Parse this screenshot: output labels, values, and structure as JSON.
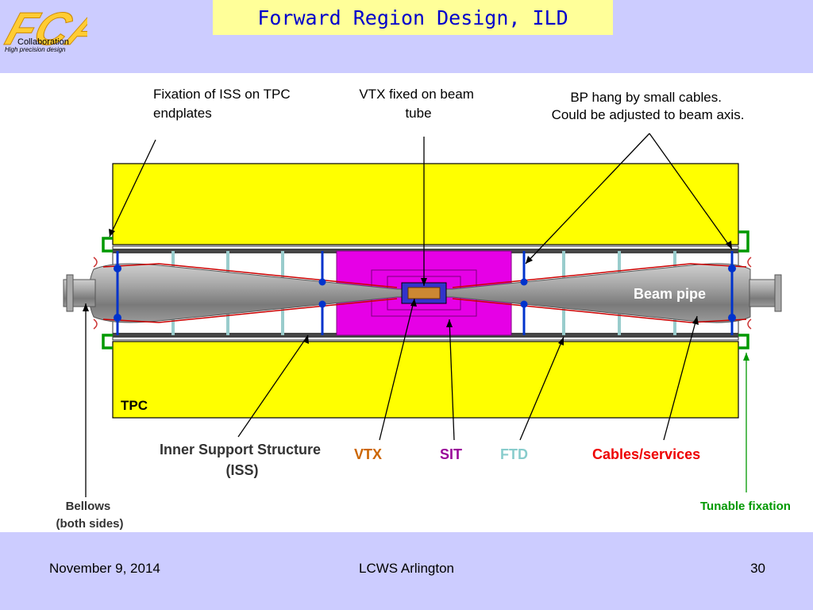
{
  "header": {
    "title": "Forward Region Design, ILD",
    "logo_sub": "Collaboration",
    "logo_tag": "High precision design"
  },
  "diagram": {
    "annotations": {
      "iss_fixation": [
        "Fixation of ISS on TPC",
        "endplates"
      ],
      "vtx_fixed": [
        "VTX fixed on beam",
        "tube"
      ],
      "bp_hang": [
        "BP hang by small cables.",
        "Could be adjusted to beam axis."
      ],
      "beam_pipe": "Beam pipe",
      "tpc": "TPC",
      "iss": [
        "Inner Support Structure",
        "(ISS)"
      ],
      "vtx": "VTX",
      "sit": "SIT",
      "ftd": "FTD",
      "cables": "Cables/services",
      "bellows": [
        "Bellows",
        "(both sides)"
      ],
      "tunable": "Tunable fixation"
    },
    "colors": {
      "tpc": "#ffff00",
      "sit": "#ff00ff",
      "vtx": "#cc6600",
      "ftd": "#88cccc",
      "cables": "#ff0000",
      "tunable": "#009900",
      "beam_pipe": "#a0a0a0",
      "support": "#0000cc"
    }
  },
  "footer": {
    "date": "November 9, 2014",
    "event": "LCWS Arlington",
    "page": "30"
  }
}
